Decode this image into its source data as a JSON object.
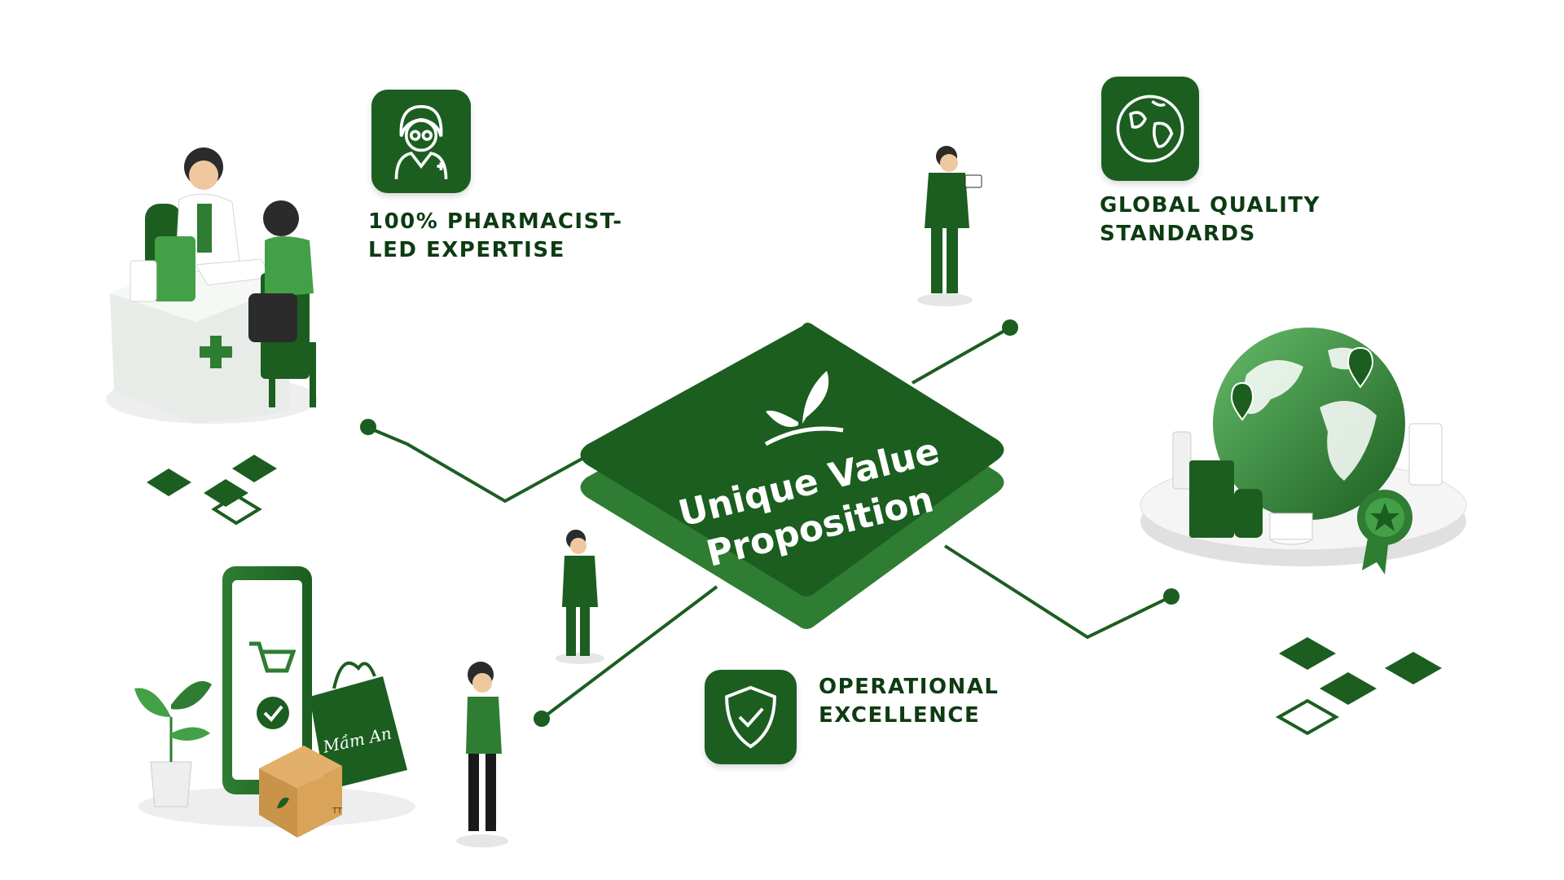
{
  "center": {
    "title_line1": "Unique Value",
    "title_line2": "Proposition",
    "icon": "sprout-icon"
  },
  "nodes": [
    {
      "id": "pharmacist",
      "label_line1": "100% PHARMACIST-",
      "label_line2": "LED EXPERTISE",
      "icon": "pharmacist-icon"
    },
    {
      "id": "global",
      "label_line1": "GLOBAL QUALITY",
      "label_line2": "STANDARDS",
      "icon": "globe-icon"
    },
    {
      "id": "operational",
      "label_line1": "OPERATIONAL",
      "label_line2": "EXCELLENCE",
      "icon": "shield-check-icon"
    }
  ],
  "illustrations": {
    "bag_brand_text": "Mầm An",
    "box_label": "TT"
  },
  "colors": {
    "primary": "#1b5e20",
    "primary_dark": "#0d3b12",
    "accent": "#2e7d32",
    "light_green": "#43a047",
    "line": "#1b5e20"
  }
}
